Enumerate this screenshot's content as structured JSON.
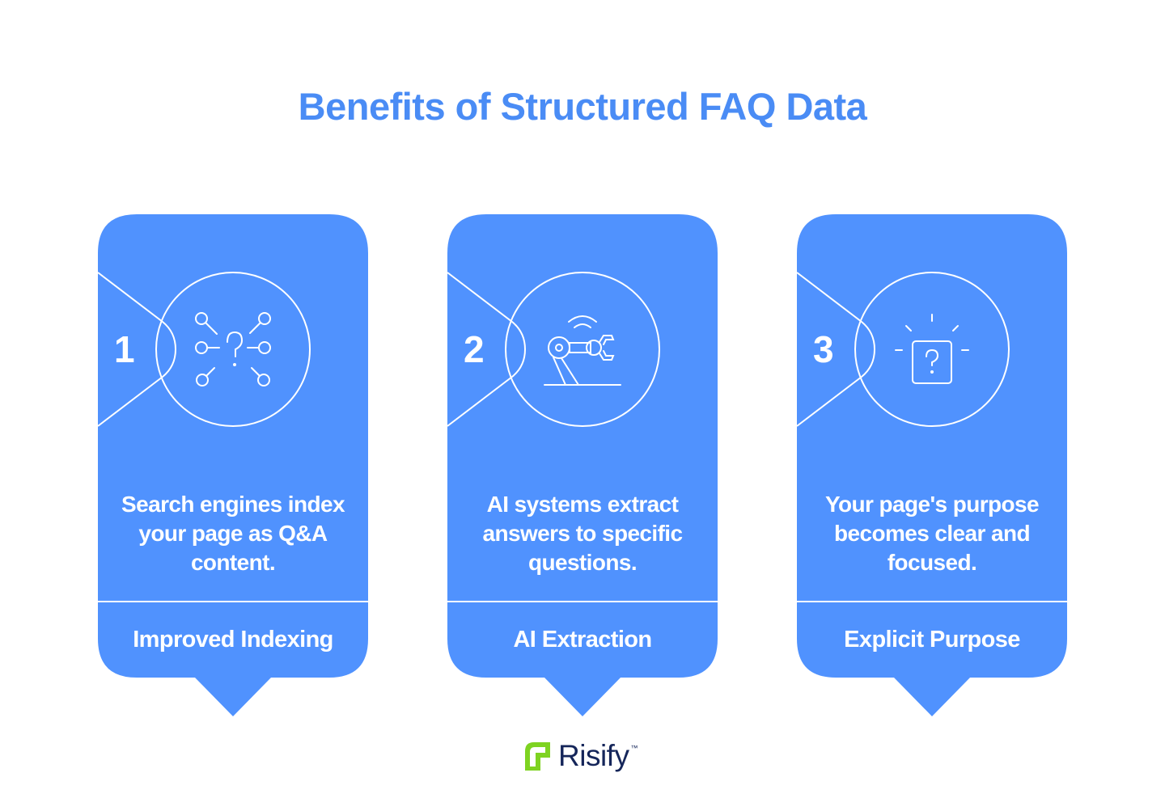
{
  "title": "Benefits of Structured FAQ Data",
  "colors": {
    "card": "#5092fe",
    "title": "#4a8cf5",
    "logo_green": "#7ed321",
    "logo_text": "#15265a"
  },
  "cards": [
    {
      "number": "1",
      "icon": "question-network-icon",
      "description": "Search engines index your page as Q&A content.",
      "label": "Improved Indexing"
    },
    {
      "number": "2",
      "icon": "robotic-arm-icon",
      "description": "AI systems extract answers to specific questions.",
      "label": "AI Extraction"
    },
    {
      "number": "3",
      "icon": "question-box-idea-icon",
      "description": "Your page's purpose becomes clear and focused.",
      "label": "Explicit Purpose"
    }
  ],
  "logo": {
    "name": "Risify",
    "tm": "™"
  }
}
